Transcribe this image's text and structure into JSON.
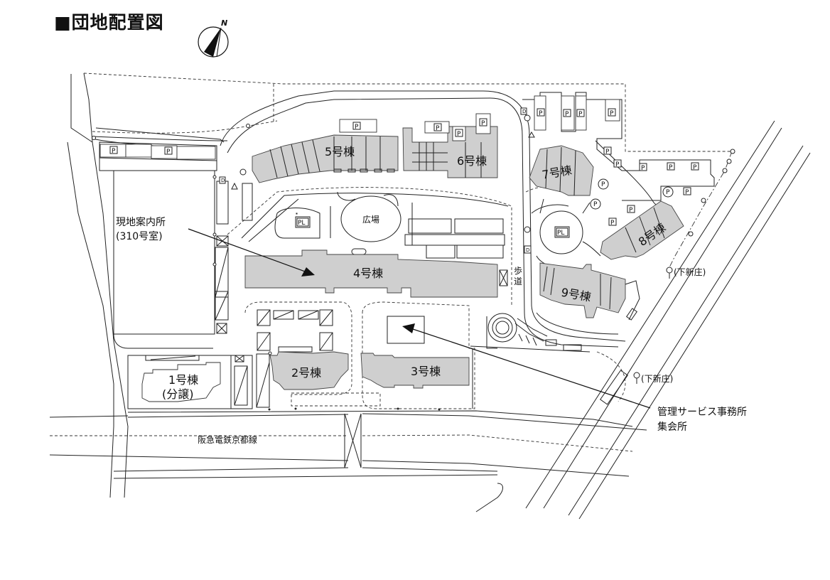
{
  "title": "■団地配置図",
  "compass": {
    "label": "N",
    "icon": "north-arrow-icon"
  },
  "buildings": [
    {
      "id": "1",
      "label": "1号棟",
      "sublabel": "(分譲)",
      "shaded": false
    },
    {
      "id": "2",
      "label": "2号棟",
      "shaded": true
    },
    {
      "id": "3",
      "label": "3号棟",
      "shaded": true
    },
    {
      "id": "4",
      "label": "4号棟",
      "shaded": true
    },
    {
      "id": "5",
      "label": "5号棟",
      "shaded": true
    },
    {
      "id": "6",
      "label": "6号棟",
      "shaded": true
    },
    {
      "id": "7",
      "label": "7号棟",
      "shaded": true
    },
    {
      "id": "8",
      "label": "8号棟",
      "shaded": true
    },
    {
      "id": "9",
      "label": "9号棟",
      "shaded": true
    }
  ],
  "plaza": {
    "label": "広場"
  },
  "playlots": {
    "label": "PL"
  },
  "parking": {
    "label": "P"
  },
  "walkway": {
    "label": "歩道"
  },
  "markers": {
    "d_label": "D"
  },
  "onsite_office": {
    "label": "現地案内所",
    "sublabel": "(310号室)"
  },
  "management_office": {
    "label": "管理サービス事務所",
    "sublabel": "集会所"
  },
  "bus_stops": [
    {
      "label": "(下新庄)"
    },
    {
      "label": "(下新庄)"
    }
  ],
  "railway": {
    "label": "阪急電鉄京都線"
  },
  "colors": {
    "building_fill": "#cfcfcf",
    "line": "#222222",
    "background": "#ffffff"
  }
}
